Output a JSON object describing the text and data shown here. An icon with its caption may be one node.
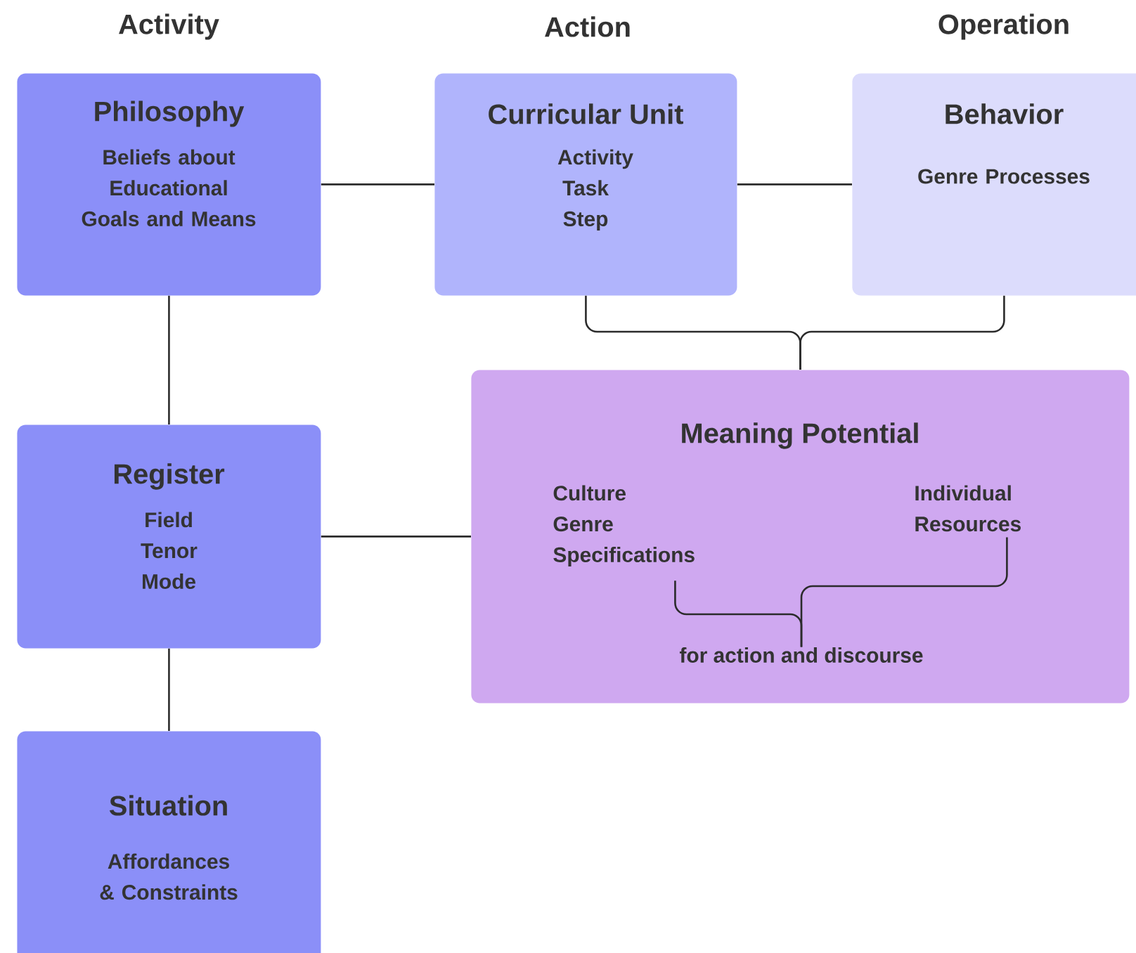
{
  "diagram": {
    "nodes": [
      {
        "text": [
          "Philosophy",
          "Beliefs about Educational Goals and Means"
        ]
      },
      {
        "text": [
          "Curricular Unit",
          "Activity Task Step"
        ]
      },
      {
        "text": [
          "Behavior",
          "Genre Processes"
        ]
      },
      {
        "text": [
          "Meaning Potential"
        ]
      },
      {
        "text": [
          "Culture Genre Specifications"
        ],
        "in": 3
      },
      {
        "text": [
          "Individual Resources"
        ],
        "in": 3
      },
      {
        "text": [
          "for action and discourse"
        ],
        "in": 3
      },
      {
        "text": [
          "Register",
          "Field Tenor Mode"
        ]
      },
      {
        "text": [
          "Situation",
          "Affordances & Constraints"
        ]
      }
    ],
    "edges": [
      {
        "from": 0,
        "to": 1,
        "arrow": "none"
      },
      {
        "from": 1,
        "to": 2,
        "arrow": "none"
      },
      {
        "from": 1,
        "to": 3,
        "arrow": "none"
      },
      {
        "from": 2,
        "to": 3,
        "arrow": "none"
      },
      {
        "from": 0,
        "to": 7,
        "arrow": "none"
      },
      {
        "from": 7,
        "to": 3,
        "arrow": "none"
      },
      {
        "from": 7,
        "to": 8,
        "arrow": "none"
      },
      {
        "from": 4,
        "to": 6,
        "arrow": "none"
      },
      {
        "from": 5,
        "to": 6,
        "arrow": "none"
      }
    ],
    "labels": [
      "Activity",
      "Action",
      "Operation"
    ]
  }
}
